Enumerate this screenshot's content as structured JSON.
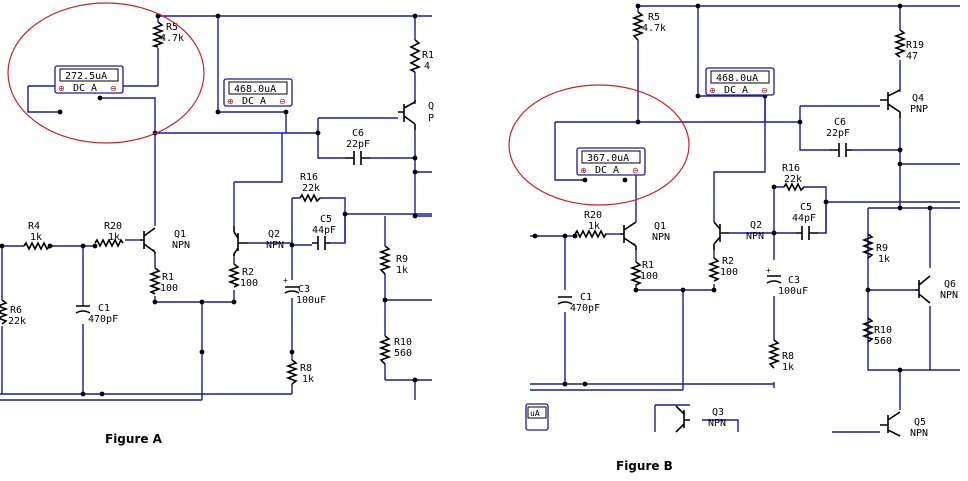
{
  "figure_a": {
    "caption": "Figure A",
    "meter1": {
      "reading": "272.5uA",
      "mode": "DC A",
      "plus": "⊕",
      "minus": "⊖"
    },
    "meter2": {
      "reading": "468.0uA",
      "mode": "DC A",
      "plus": "⊕",
      "minus": "⊖"
    },
    "r5": {
      "name": "R5",
      "value": "4.7k"
    },
    "r1_top": {
      "name": "R1",
      "value": "4"
    },
    "q4": {
      "name": "Q",
      "value": "P"
    },
    "c6": {
      "name": "C6",
      "value": "22pF"
    },
    "r16": {
      "name": "R16",
      "value": "22k"
    },
    "c5": {
      "name": "C5",
      "value": "44pF"
    },
    "r4": {
      "name": "R4",
      "value": "1k"
    },
    "r20": {
      "name": "R20",
      "value": "1k"
    },
    "q1": {
      "name": "Q1",
      "value": "NPN"
    },
    "q2": {
      "name": "Q2",
      "value": "NPN"
    },
    "r2": {
      "name": "R2",
      "value": "100"
    },
    "r1": {
      "name": "R1",
      "value": "100"
    },
    "r9": {
      "name": "R9",
      "value": "1k"
    },
    "c3": {
      "name": "C3",
      "value": "100uF"
    },
    "r6": {
      "name": "R6",
      "value": "22k"
    },
    "c1": {
      "name": "C1",
      "value": "470pF"
    },
    "r10": {
      "name": "R10",
      "value": "560"
    },
    "r8": {
      "name": "R8",
      "value": "1k"
    }
  },
  "figure_b": {
    "caption": "Figure B",
    "meter1": {
      "reading": "367.0uA",
      "mode": "DC A",
      "plus": "⊕",
      "minus": "⊖"
    },
    "meter2": {
      "reading": "468.0uA",
      "mode": "DC A",
      "plus": "⊕",
      "minus": "⊖"
    },
    "meter3": {
      "reading": "uA"
    },
    "r5": {
      "name": "R5",
      "value": "4.7k"
    },
    "r19": {
      "name": "R19",
      "value": "47"
    },
    "q4": {
      "name": "Q4",
      "value": "PNP"
    },
    "c6": {
      "name": "C6",
      "value": "22pF"
    },
    "r16": {
      "name": "R16",
      "value": "22k"
    },
    "c5": {
      "name": "C5",
      "value": "44pF"
    },
    "r20": {
      "name": "R20",
      "value": "1k"
    },
    "q1": {
      "name": "Q1",
      "value": "NPN"
    },
    "q2": {
      "name": "Q2",
      "value": "NPN"
    },
    "r1": {
      "name": "R1",
      "value": "100"
    },
    "r2": {
      "name": "R2",
      "value": "100"
    },
    "c3": {
      "name": "C3",
      "value": "100uF"
    },
    "r9": {
      "name": "R9",
      "value": "1k"
    },
    "q6": {
      "name": "Q6",
      "value": "NPN"
    },
    "c1": {
      "name": "C1",
      "value": "470pF"
    },
    "r10": {
      "name": "R10",
      "value": "560"
    },
    "r8": {
      "name": "R8",
      "value": "1k"
    },
    "q3": {
      "name": "Q3",
      "value": "NPN"
    },
    "q5": {
      "name": "Q5",
      "value": "NPN"
    }
  },
  "colors": {
    "wire": "#1a1aa8",
    "highlight_ring": "#cc2222"
  }
}
